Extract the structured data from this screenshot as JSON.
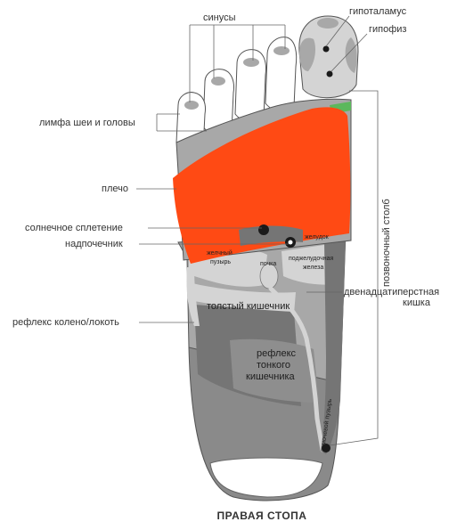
{
  "figure": {
    "caption": "ПРАВАЯ СТОПА"
  },
  "labels": {
    "sinuses": "синусы",
    "hypothalamus": "гипоталамус",
    "pituitary": "гипофиз",
    "lymph": "лимфа шеи и головы",
    "shoulder": "плечо",
    "solar_plexus": "солнечное сплетение",
    "adrenal": "надпочечник",
    "spine": "позвоночный столб",
    "duodenum_line1": "двенадцатиперстная",
    "duodenum_line2": "кишка",
    "knee_elbow": "рефлекс колено/локоть"
  },
  "inner_labels": {
    "stomach": "желудок",
    "gallbladder_line1": "желчный",
    "gallbladder_line2": "пузырь",
    "kidney": "почка",
    "pancreas_line1": "поджелудочная",
    "pancreas_line2": "железа",
    "colon": "толстый кишечник",
    "small_intestine_line1": "рефлекс",
    "small_intestine_line2": "тонкого",
    "small_intestine_line3": "кишечника",
    "bladder": "мочевой пузырь"
  },
  "colors": {
    "shoulder_zone": "#ff4a14",
    "foot_dark": "#757575",
    "foot_mid": "#a8a8a8",
    "foot_light": "#d4d4d4",
    "spine_accent": "#5cb85c"
  }
}
